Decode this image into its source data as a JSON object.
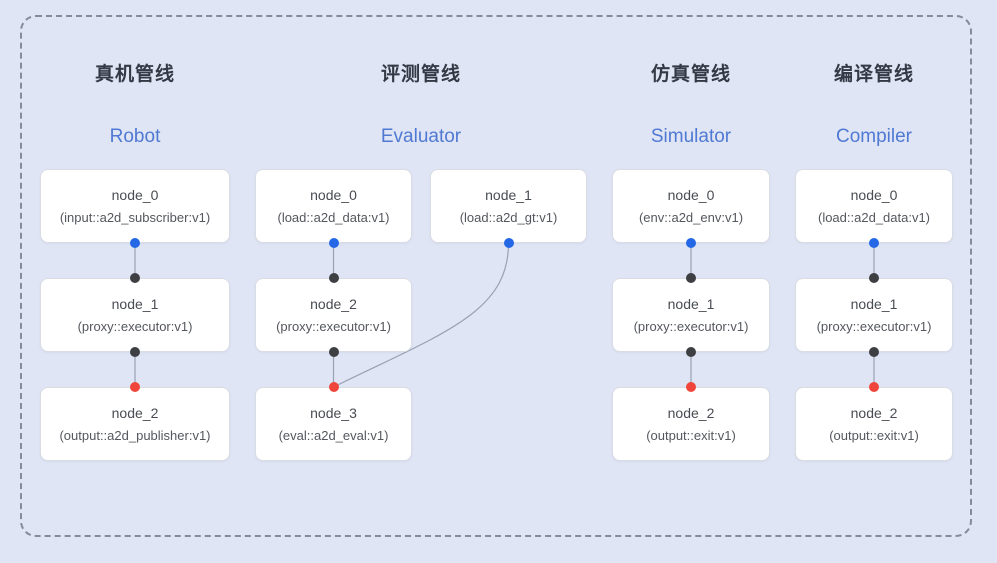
{
  "pipelines": [
    {
      "title_zh": "真机管线",
      "title_en": "Robot",
      "nodes": [
        {
          "name": "node_0",
          "detail": "(input::a2d_subscriber:v1)"
        },
        {
          "name": "node_1",
          "detail": "(proxy::executor:v1)"
        },
        {
          "name": "node_2",
          "detail": "(output::a2d_publisher:v1)"
        }
      ],
      "edges": [
        {
          "from": "node_0",
          "to": "node_1"
        },
        {
          "from": "node_1",
          "to": "node_2"
        }
      ]
    },
    {
      "title_zh": "评测管线",
      "title_en": "Evaluator",
      "nodes": [
        {
          "name": "node_0",
          "detail": "(load::a2d_data:v1)"
        },
        {
          "name": "node_1",
          "detail": "(load::a2d_gt:v1)"
        },
        {
          "name": "node_2",
          "detail": "(proxy::executor:v1)"
        },
        {
          "name": "node_3",
          "detail": "(eval::a2d_eval:v1)"
        }
      ],
      "edges": [
        {
          "from": "node_0",
          "to": "node_2"
        },
        {
          "from": "node_2",
          "to": "node_3"
        },
        {
          "from": "node_1",
          "to": "node_3"
        }
      ]
    },
    {
      "title_zh": "仿真管线",
      "title_en": "Simulator",
      "nodes": [
        {
          "name": "node_0",
          "detail": "(env::a2d_env:v1)"
        },
        {
          "name": "node_1",
          "detail": "(proxy::executor:v1)"
        },
        {
          "name": "node_2",
          "detail": "(output::exit:v1)"
        }
      ],
      "edges": [
        {
          "from": "node_0",
          "to": "node_1"
        },
        {
          "from": "node_1",
          "to": "node_2"
        }
      ]
    },
    {
      "title_zh": "编译管线",
      "title_en": "Compiler",
      "nodes": [
        {
          "name": "node_0",
          "detail": "(load::a2d_data:v1)"
        },
        {
          "name": "node_1",
          "detail": "(proxy::executor:v1)"
        },
        {
          "name": "node_2",
          "detail": "(output::exit:v1)"
        }
      ],
      "edges": [
        {
          "from": "node_0",
          "to": "node_1"
        },
        {
          "from": "node_1",
          "to": "node_2"
        }
      ]
    }
  ],
  "colors": {
    "background": "#dfe5f4",
    "port_blue": "#2468e5",
    "port_dark": "#3d3f42",
    "port_red": "#f0453a",
    "edge": "#98a1b3",
    "title_en": "#4f79d3"
  }
}
